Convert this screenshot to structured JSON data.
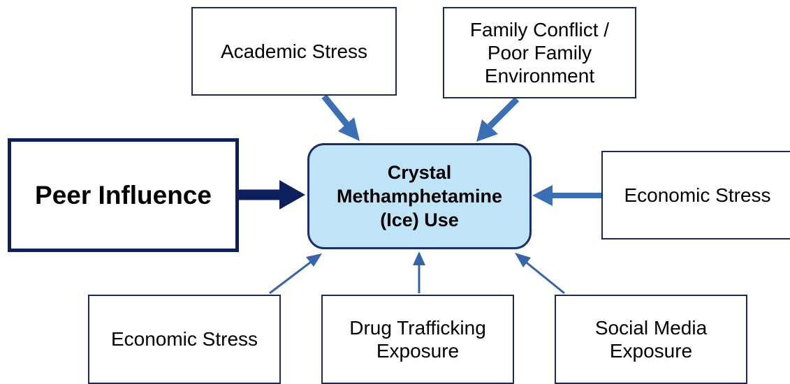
{
  "diagram": {
    "center": {
      "label": "Crystal\nMethamphetamine\n(Ice) Use"
    },
    "factors": {
      "peer": "Peer Influence",
      "academic": "Academic Stress",
      "family": "Family Conflict /\nPoor Family\nEnvironment",
      "econ_right": "Economic Stress",
      "econ_bottom": "Economic Stress",
      "drug": "Drug Trafficking\nExposure",
      "social": "Social Media\nExposure"
    }
  },
  "colors": {
    "center_fill": "#bfe4f7",
    "center_border": "#1a2f6b",
    "box_border": "#1a2a5c",
    "peer_arrow": "#0d1f5c",
    "factor_arrow": "#3a6fb5",
    "thin_arrow": "#3565a8"
  }
}
